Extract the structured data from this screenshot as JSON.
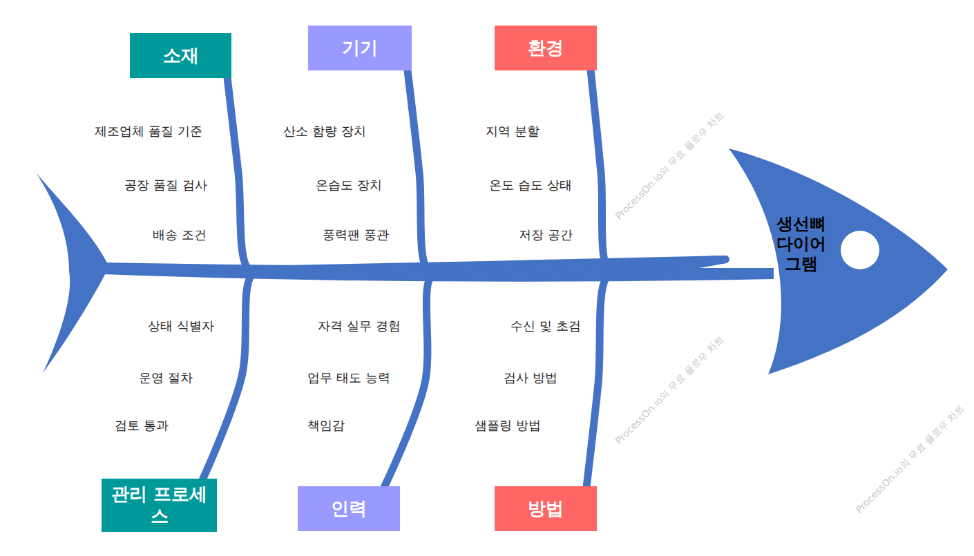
{
  "diagram": {
    "nodes": [
      {
        "text": [
          "소재"
        ]
      },
      {
        "text": [
          "기기"
        ]
      },
      {
        "text": [
          "환경"
        ]
      },
      {
        "text": [
          "생선뼈 다이어그램"
        ]
      },
      {
        "text": [
          "관리 프로세스"
        ]
      },
      {
        "text": [
          "인력"
        ]
      },
      {
        "text": [
          "방법"
        ]
      }
    ],
    "edges": [
      {
        "from": 0,
        "to": 3,
        "arrow": "none"
      },
      {
        "from": 1,
        "to": 3,
        "arrow": "none"
      },
      {
        "from": 2,
        "to": 3,
        "arrow": "none"
      },
      {
        "from": 4,
        "to": 3,
        "arrow": "none"
      },
      {
        "from": 5,
        "to": 3,
        "arrow": "none"
      },
      {
        "from": 6,
        "to": 3,
        "arrow": "none"
      }
    ],
    "labels": [
      "제조업체 품질 기준",
      "공장 품질 검사",
      "배송 조건",
      "산소 함량 장치",
      "온습도 장치",
      "풍력팬 풍관",
      "지역 분할",
      "온도 습도 상태",
      "저장 공간",
      "상태 식별자",
      "운영 절차",
      "검토 통과",
      "자격 실무 경험",
      "업무 태도 능력",
      "책임감",
      "수신 및 초검",
      "검사 방법",
      "샘플링 방법",
      "ProcessOn.io의 무료 플로우 차트",
      "ProcessOn.io의 무료 플로우 차트",
      "ProcessOn.io의 무료 플로우 차트"
    ]
  }
}
